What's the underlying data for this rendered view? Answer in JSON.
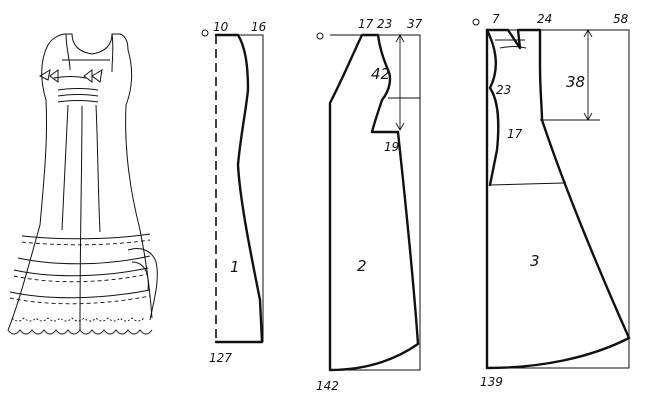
{
  "pattern_1": {
    "top_left": "10",
    "top_right": "16",
    "piece_number": "1",
    "bottom": "127"
  },
  "pattern_2": {
    "top_a": "17",
    "top_b": "23",
    "top_right": "37",
    "dim_vertical": "42",
    "mid": "19",
    "piece_number": "2",
    "bottom": "142"
  },
  "pattern_3": {
    "top_left": "7",
    "top_mid": "24",
    "top_right": "58",
    "dim_vertical": "38",
    "upper": "23",
    "mid": "17",
    "piece_number": "3",
    "bottom": "139"
  }
}
